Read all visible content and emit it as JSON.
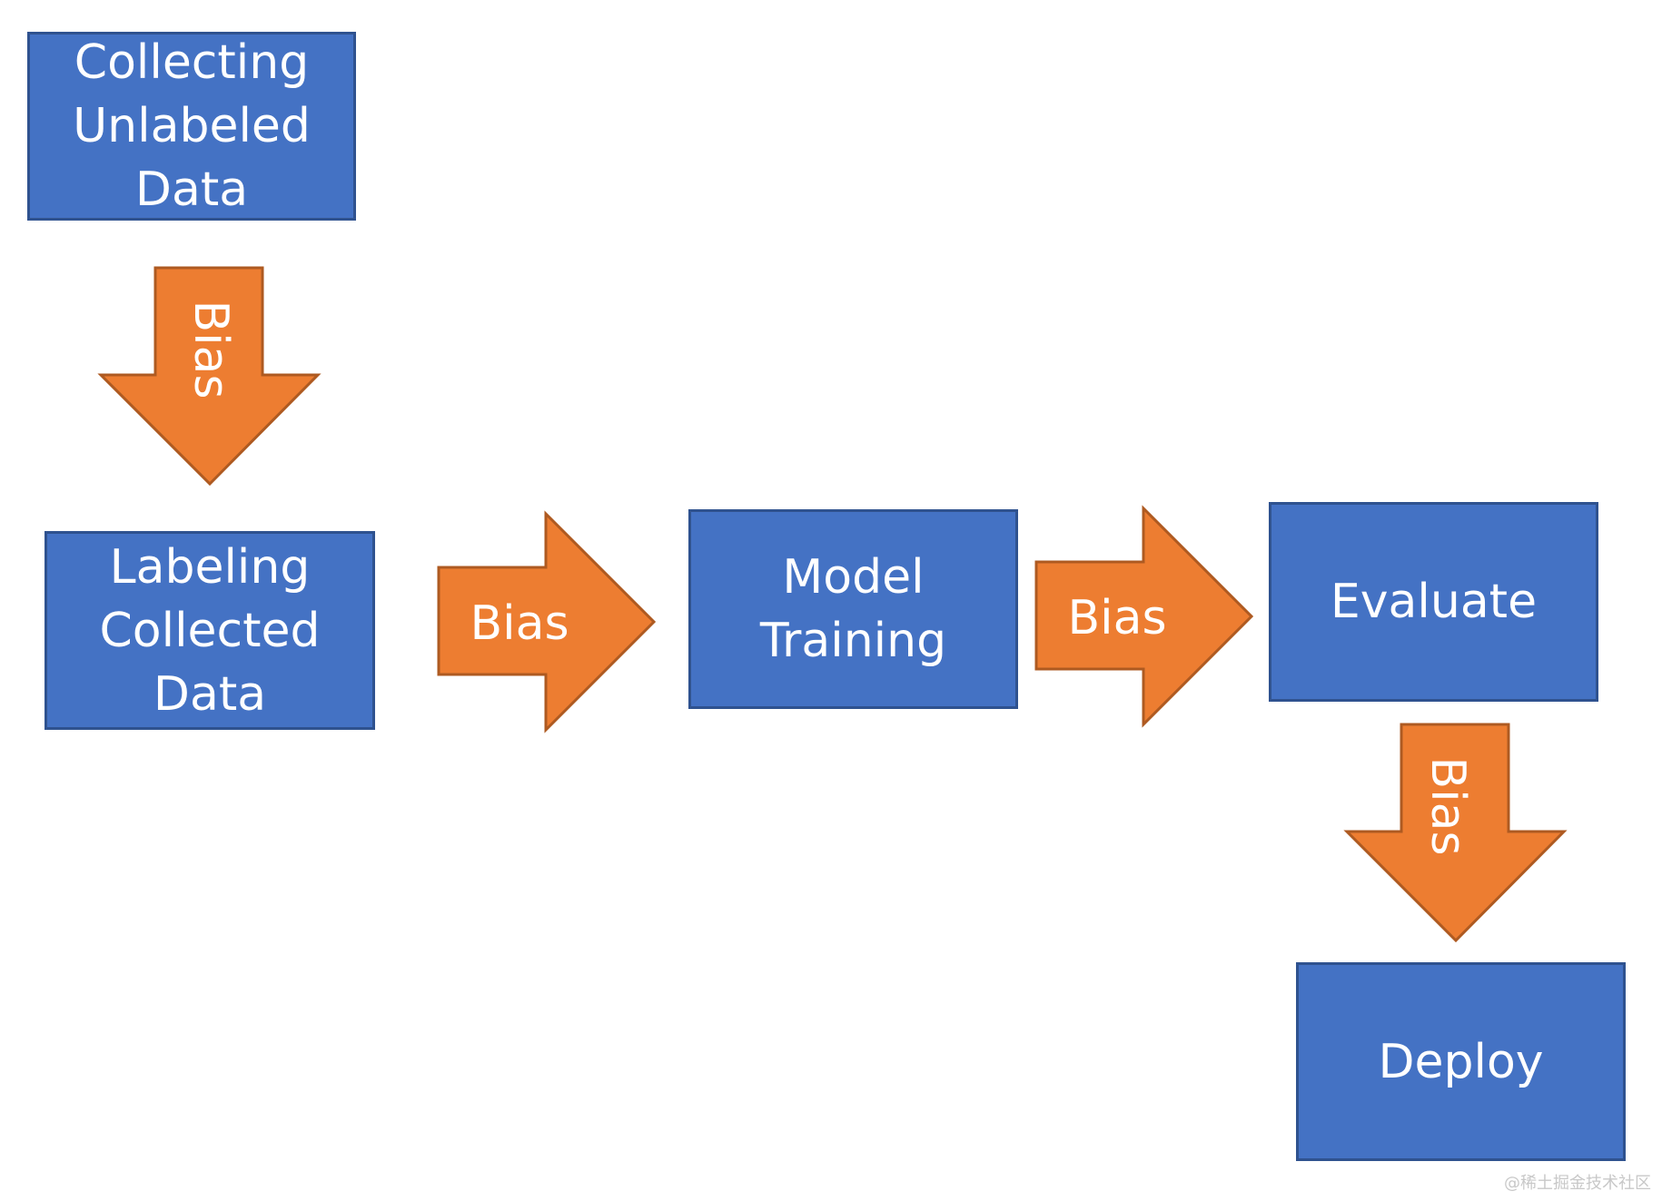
{
  "nodes": {
    "collecting": {
      "lines": [
        "Collecting",
        "Unlabeled",
        "Data"
      ]
    },
    "labeling": {
      "lines": [
        "Labeling",
        "Collected",
        "Data"
      ]
    },
    "training": {
      "lines": [
        "Model",
        "Training"
      ]
    },
    "evaluate": {
      "lines": [
        "Evaluate"
      ]
    },
    "deploy": {
      "lines": [
        "Deploy"
      ]
    }
  },
  "arrows": {
    "collect_to_label": {
      "label": "Bias",
      "direction": "down"
    },
    "label_to_train": {
      "label": "Bias",
      "direction": "right"
    },
    "train_to_evaluate": {
      "label": "Bias",
      "direction": "right"
    },
    "evaluate_to_deploy": {
      "label": "Bias",
      "direction": "down"
    }
  },
  "colors": {
    "box_fill": "#4472c4",
    "box_border": "#2f528f",
    "arrow_fill": "#ed7d31",
    "arrow_border": "#ae5a21",
    "text": "#ffffff"
  },
  "watermark": "@稀土掘金技术社区"
}
